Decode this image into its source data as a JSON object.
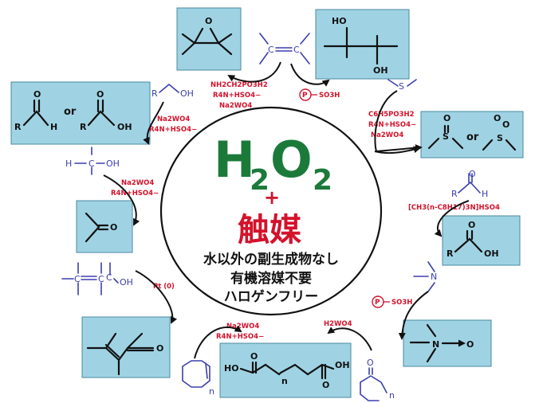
{
  "center": {
    "h2o2": {
      "H": "H",
      "s1": "2",
      "O": "O",
      "s2": "2"
    },
    "plus": "+",
    "catalyst": "触媒",
    "lines": [
      "水以外の副生成物なし",
      "有機溶媒不要",
      "ハロゲンフリー"
    ]
  },
  "catalysts": {
    "epox": [
      "NH2CH2PO3H2",
      "R4N+HSO4−",
      "Na2WO4"
    ],
    "diol": "SO3H",
    "sulf": [
      "C6H5PO3H2",
      "R4N+HSO4−",
      "Na2WO4"
    ],
    "ald": "[CH3(n-C8H17)3N]HSO4",
    "amine": "SO3H",
    "ring": "H2WO4",
    "cyclo": [
      "Na2WO4",
      "R4N+HSO4−"
    ],
    "pt": "Pt (0)",
    "sec": [
      "Na2WO4",
      "R4N+HSO4−"
    ],
    "alc": [
      "Na2WO4",
      "R4N+HSO4−"
    ],
    "P": "P"
  },
  "labels": {
    "or": "or",
    "R": "R",
    "H": "H",
    "O": "O",
    "OH": "OH",
    "HO": "HO",
    "C": "C",
    "N": "N",
    "S": "S",
    "n": "n"
  },
  "colors": {
    "box": "#9fd3e4",
    "catalyst_red": "#d4122b",
    "h2o2_green": "#1b7a3a",
    "substrate_blue": "#3b3fae"
  }
}
